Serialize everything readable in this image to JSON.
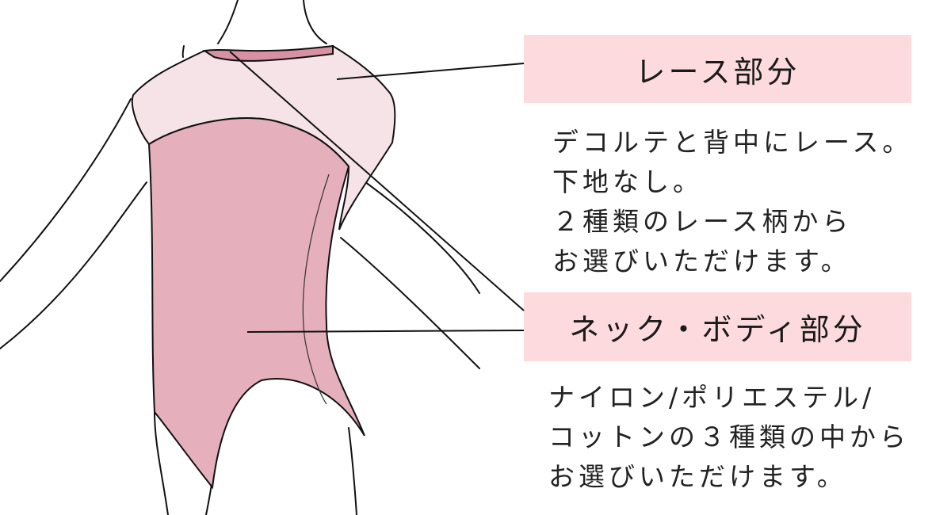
{
  "colors": {
    "label_bg": "#fddadd",
    "lace": "#f6e3e7",
    "body": "#e5afbc",
    "collar": "#d890a3",
    "outline": "#111111"
  },
  "lace_section": {
    "title": "レース部分",
    "description": [
      "デコルテと背中にレース。",
      "下地なし。",
      "２種類のレース柄から",
      "お選びいただけます。"
    ]
  },
  "body_section": {
    "title": "ネック・ボディ部分",
    "description": [
      "ナイロン/ポリエステル/",
      "コットンの３種類の中から",
      "お選びいただけます。"
    ]
  }
}
